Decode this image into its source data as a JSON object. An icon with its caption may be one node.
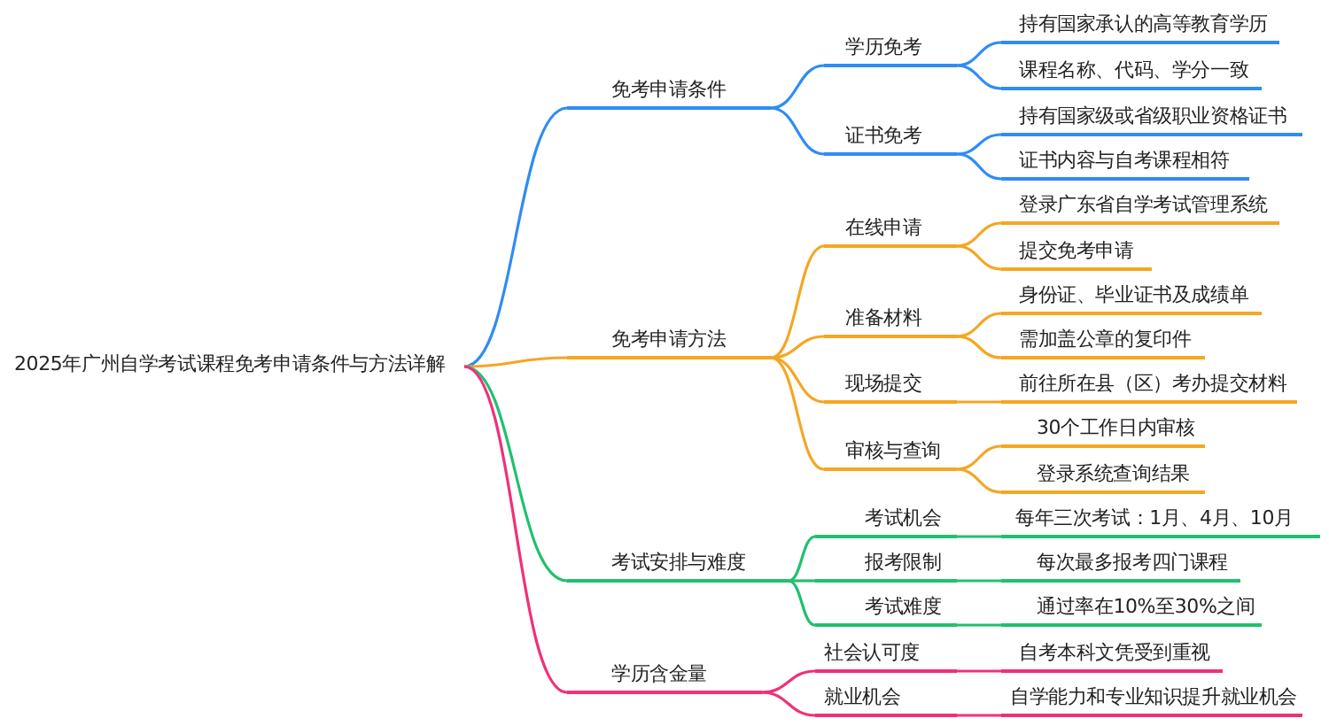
{
  "diagram": {
    "nodes": [
      {
        "text": [
          "2025年广州自学考试课程免考申请条件与方法详解"
        ]
      },
      {
        "text": [
          "免考申请条件"
        ]
      },
      {
        "text": [
          "学历免考"
        ]
      },
      {
        "text": [
          "持有国家承认的高等教育学历"
        ]
      },
      {
        "text": [
          "课程名称、代码、学分一致"
        ]
      },
      {
        "text": [
          "证书免考"
        ]
      },
      {
        "text": [
          "持有国家级或省级职业资格证书"
        ]
      },
      {
        "text": [
          "证书内容与自考课程相符"
        ]
      },
      {
        "text": [
          "免考申请方法"
        ]
      },
      {
        "text": [
          "在线申请"
        ]
      },
      {
        "text": [
          "登录广东省自学考试管理系统"
        ]
      },
      {
        "text": [
          "提交免考申请"
        ]
      },
      {
        "text": [
          "准备材料"
        ]
      },
      {
        "text": [
          "身份证、毕业证书及成绩单"
        ]
      },
      {
        "text": [
          "需加盖公章的复印件"
        ]
      },
      {
        "text": [
          "现场提交"
        ]
      },
      {
        "text": [
          "前往所在县（区）考办提交材料"
        ]
      },
      {
        "text": [
          "审核与查询"
        ]
      },
      {
        "text": [
          "30个工作日内审核"
        ]
      },
      {
        "text": [
          "登录系统查询结果"
        ]
      },
      {
        "text": [
          "考试安排与难度"
        ]
      },
      {
        "text": [
          "考试机会"
        ]
      },
      {
        "text": [
          "每年三次考试：1月、4月、10月"
        ]
      },
      {
        "text": [
          "报考限制"
        ]
      },
      {
        "text": [
          "每次最多报考四门课程"
        ]
      },
      {
        "text": [
          "考试难度"
        ]
      },
      {
        "text": [
          "通过率在10%至30%之间"
        ]
      },
      {
        "text": [
          "学历含金量"
        ]
      },
      {
        "text": [
          "社会认可度"
        ]
      },
      {
        "text": [
          "自考本科文凭受到重视"
        ]
      },
      {
        "text": [
          "就业机会"
        ]
      },
      {
        "text": [
          "自学能力和专业知识提升就业机会"
        ]
      }
    ],
    "edges": [
      {
        "from": 0,
        "to": 1,
        "arrow": "none",
        "color": "#2f8cf5"
      },
      {
        "from": 1,
        "to": 2,
        "arrow": "none",
        "color": "#2f8cf5"
      },
      {
        "from": 2,
        "to": 3,
        "arrow": "none",
        "color": "#2f8cf5"
      },
      {
        "from": 2,
        "to": 4,
        "arrow": "none",
        "color": "#2f8cf5"
      },
      {
        "from": 1,
        "to": 5,
        "arrow": "none",
        "color": "#2f8cf5"
      },
      {
        "from": 5,
        "to": 6,
        "arrow": "none",
        "color": "#2f8cf5"
      },
      {
        "from": 5,
        "to": 7,
        "arrow": "none",
        "color": "#2f8cf5"
      },
      {
        "from": 0,
        "to": 8,
        "arrow": "none"
      },
      {
        "from": 8,
        "to": 9,
        "arrow": "none"
      },
      {
        "from": 9,
        "to": 10,
        "arrow": "none"
      },
      {
        "from": 9,
        "to": 11,
        "arrow": "none"
      },
      {
        "from": 8,
        "to": 12,
        "arrow": "none"
      },
      {
        "from": 12,
        "to": 13,
        "arrow": "none"
      },
      {
        "from": 12,
        "to": 14,
        "arrow": "none"
      },
      {
        "from": 8,
        "to": 15,
        "arrow": "none"
      },
      {
        "from": 15,
        "to": 16,
        "arrow": "none"
      },
      {
        "from": 8,
        "to": 17,
        "arrow": "none"
      },
      {
        "from": 17,
        "to": 18,
        "arrow": "none"
      },
      {
        "from": 17,
        "to": 19,
        "arrow": "none"
      },
      {
        "from": 0,
        "to": 20,
        "arrow": "none",
        "color": "#20c070"
      },
      {
        "from": 20,
        "to": 21,
        "arrow": "none",
        "color": "#20c070"
      },
      {
        "from": 21,
        "to": 22,
        "arrow": "none",
        "color": "#20c070"
      },
      {
        "from": 20,
        "to": 23,
        "arrow": "none",
        "color": "#20c070"
      },
      {
        "from": 23,
        "to": 24,
        "arrow": "none",
        "color": "#20c070"
      },
      {
        "from": 20,
        "to": 25,
        "arrow": "none",
        "color": "#20c070"
      },
      {
        "from": 25,
        "to": 26,
        "arrow": "none",
        "color": "#20c070"
      },
      {
        "from": 0,
        "to": 27,
        "arrow": "none",
        "color": "#f0307a"
      },
      {
        "from": 27,
        "to": 28,
        "arrow": "none",
        "color": "#f0307a"
      },
      {
        "from": 28,
        "to": 29,
        "arrow": "none",
        "color": "#f0307a"
      },
      {
        "from": 27,
        "to": 30,
        "arrow": "none",
        "color": "#f0307a"
      },
      {
        "from": 30,
        "to": 31,
        "arrow": "none",
        "color": "#f0307a"
      }
    ]
  }
}
